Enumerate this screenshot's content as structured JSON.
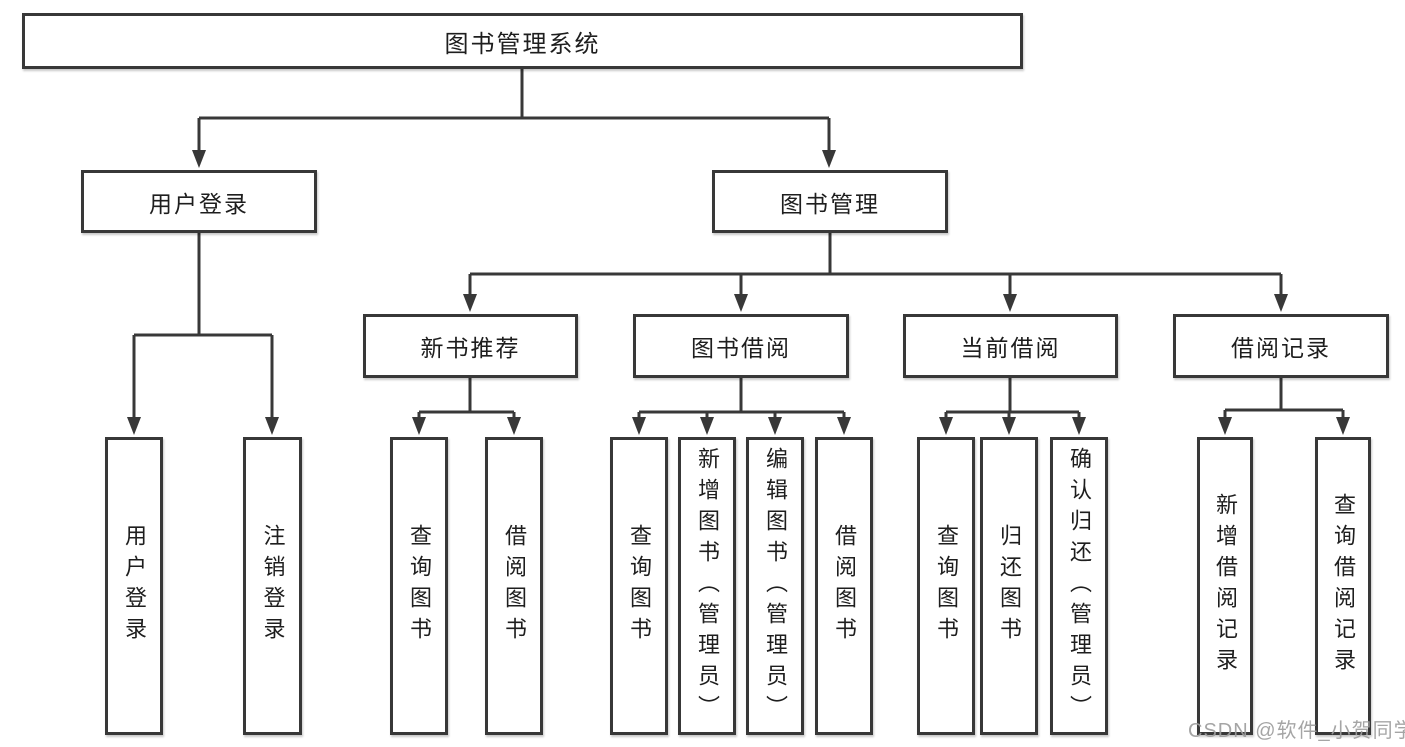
{
  "nodes": {
    "root": {
      "label": "图书管理系统"
    },
    "branches": [
      {
        "label": "用户登录"
      },
      {
        "label": "图书管理"
      }
    ],
    "modules": [
      {
        "label": "新书推荐"
      },
      {
        "label": "图书借阅"
      },
      {
        "label": "当前借阅"
      },
      {
        "label": "借阅记录"
      }
    ],
    "leaves": [
      {
        "label": "用户登录"
      },
      {
        "label": "注销登录"
      },
      {
        "label": "查询图书"
      },
      {
        "label": "借阅图书"
      },
      {
        "label": "查询图书"
      },
      {
        "label": "新增图书（管理员）"
      },
      {
        "label": "编辑图书（管理员）"
      },
      {
        "label": "借阅图书"
      },
      {
        "label": "查询图书"
      },
      {
        "label": "归还图书"
      },
      {
        "label": "确认归还（管理员）"
      },
      {
        "label": "新增借阅记录"
      },
      {
        "label": "查询借阅记录"
      }
    ]
  },
  "watermark": "CSDN @软件_小贺同学",
  "colors": {
    "line": "#383838",
    "text": "#1e1e1e",
    "watermark": "#9e9e9e",
    "background": "#ffffff"
  }
}
